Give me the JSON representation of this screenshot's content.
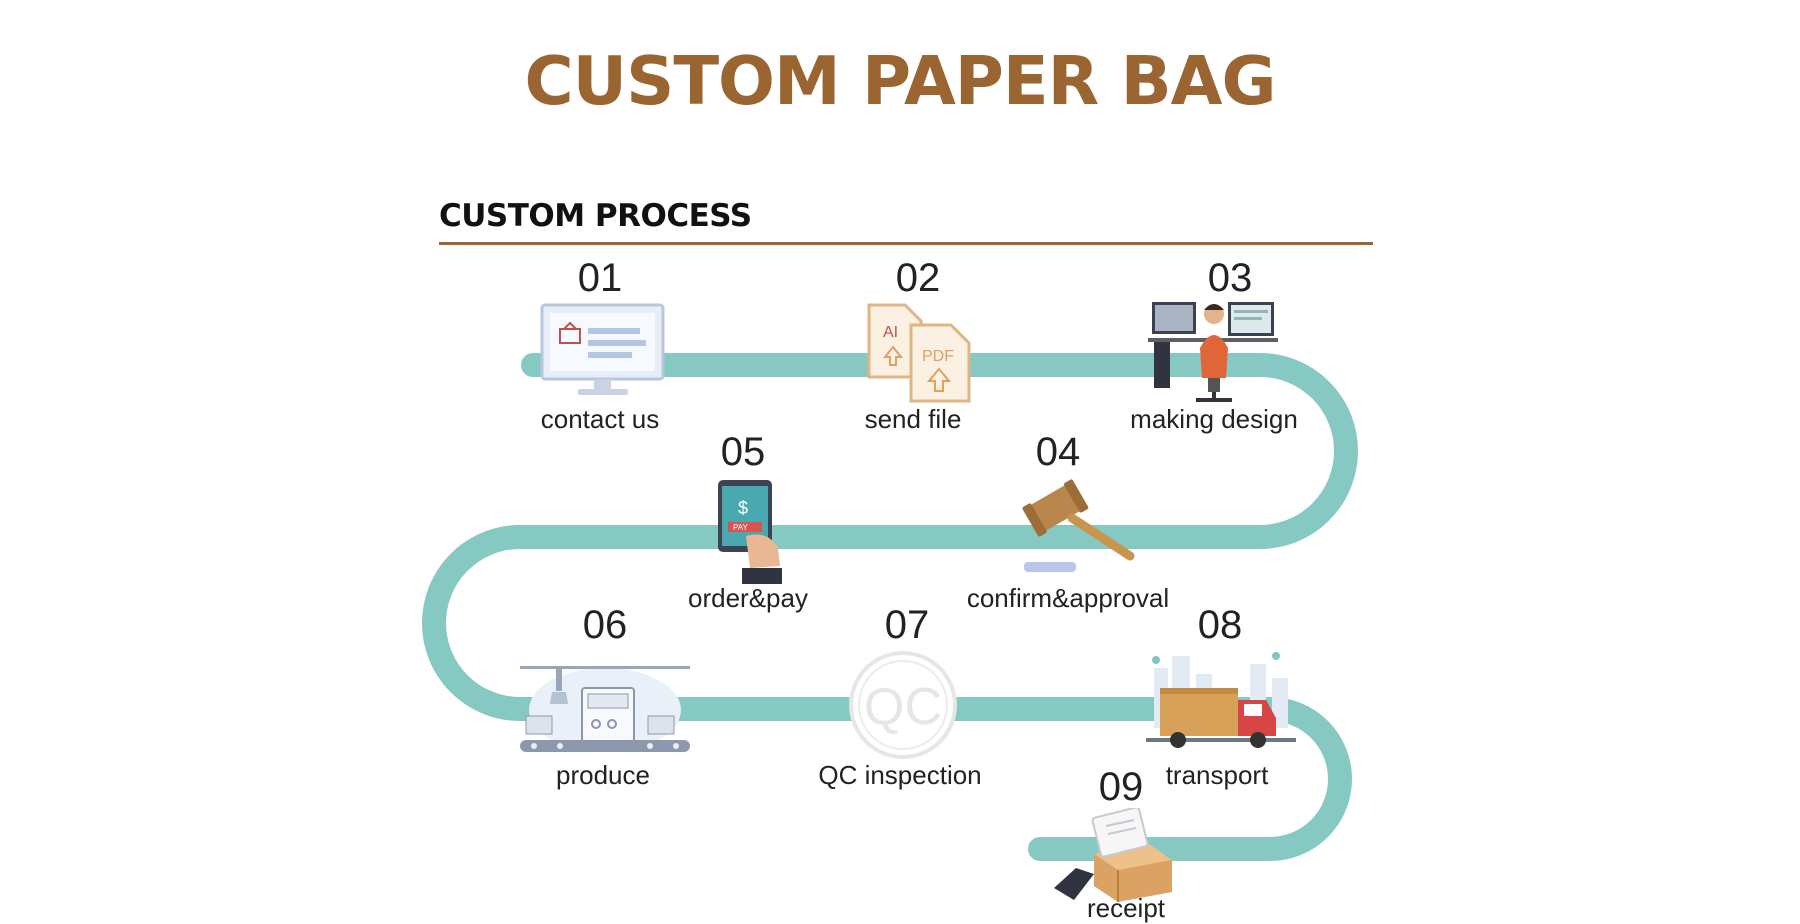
{
  "header": {
    "title": "CUSTOM PAPER BAG",
    "subtitle": "CUSTOM PROCESS"
  },
  "colors": {
    "title": "#9a6531",
    "rule": "#9a6531",
    "path": "#86c8c2"
  },
  "steps": [
    {
      "num": "01",
      "label": "contact us",
      "icon": "computer-monitor-icon"
    },
    {
      "num": "02",
      "label": "send file",
      "icon": "file-upload-icon"
    },
    {
      "num": "03",
      "label": "making design",
      "icon": "designer-workstation-icon"
    },
    {
      "num": "04",
      "label": "confirm&approval",
      "icon": "gavel-icon"
    },
    {
      "num": "05",
      "label": "order&pay",
      "icon": "mobile-payment-icon"
    },
    {
      "num": "06",
      "label": "produce",
      "icon": "factory-conveyor-icon"
    },
    {
      "num": "07",
      "label": "QC inspection",
      "icon": "qc-stamp-icon"
    },
    {
      "num": "08",
      "label": "transport",
      "icon": "delivery-truck-icon"
    },
    {
      "num": "09",
      "label": "receipt",
      "icon": "parcel-receipt-icon"
    }
  ]
}
